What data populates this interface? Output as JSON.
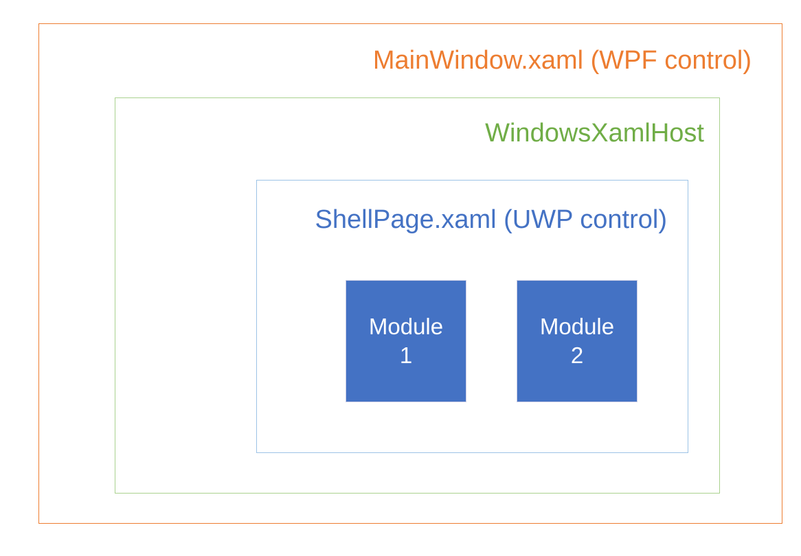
{
  "diagram": {
    "type": "nested-containers",
    "background_color": "#FFFFFF",
    "outer": {
      "label": "MainWindow.xaml (WPF control)",
      "color": "#ED7D31",
      "border_color": "#ED7D31"
    },
    "middle": {
      "label": "WindowsXamlHost",
      "color": "#70AD47",
      "border_color": "#A9D18E"
    },
    "inner": {
      "label": "ShellPage.xaml (UWP control)",
      "color": "#4472C4",
      "border_color": "#9DC3E6"
    },
    "modules": [
      {
        "name": "module-1",
        "line1": "Module",
        "line2": "1",
        "fill_color": "#4472C4",
        "text_color": "#FFFFFF"
      },
      {
        "name": "module-2",
        "line1": "Module",
        "line2": "2",
        "fill_color": "#4472C4",
        "text_color": "#FFFFFF"
      }
    ]
  }
}
